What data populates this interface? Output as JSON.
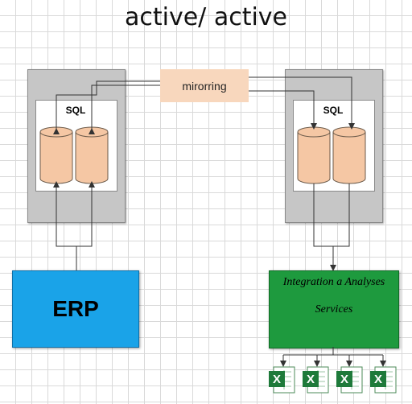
{
  "title": "active/ active",
  "left_server": {
    "sql_label": "SQL"
  },
  "right_server": {
    "sql_label": "SQL"
  },
  "mirroring_label": "mirorring",
  "erp_label": "ERP",
  "integration": {
    "line1": "Integration a Analyses",
    "line2": "Services"
  },
  "colors": {
    "server_fill": "#c6c6c6",
    "disk_fill": "#f5c7a4",
    "mirroring_fill": "#f8d7bd",
    "erp_fill": "#1aa3e8",
    "integration_fill": "#1e9a3e",
    "excel_green": "#1e7a3a"
  },
  "icons": [
    "database-icon",
    "excel-file-icon"
  ],
  "excel_file_count": 4
}
